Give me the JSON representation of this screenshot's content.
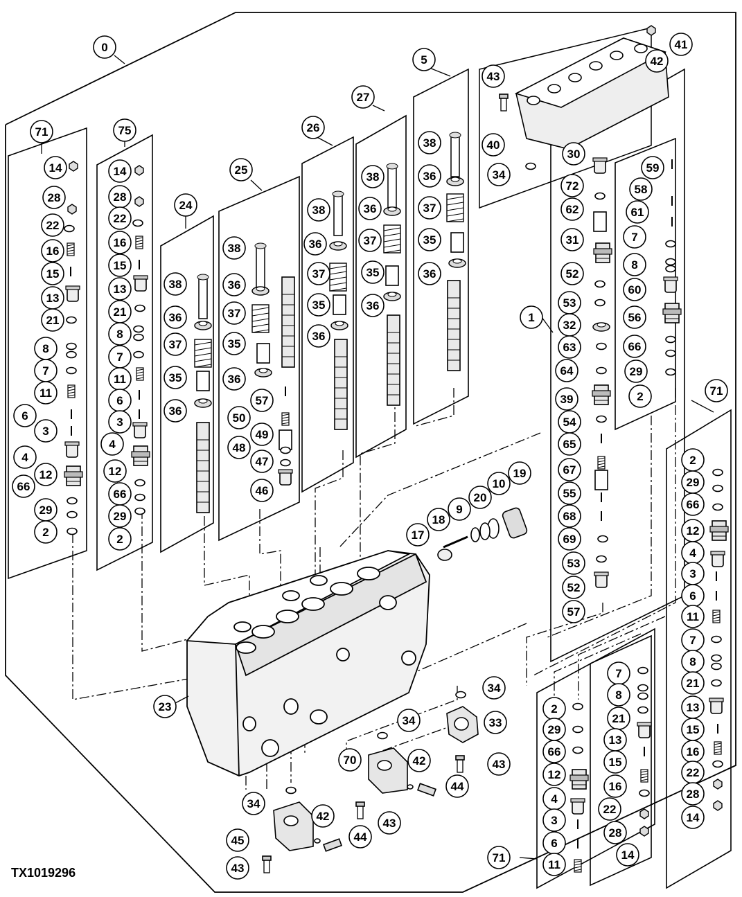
{
  "figure_id": "TX1019296",
  "colors": {
    "ink": "#000000",
    "paper": "#ffffff",
    "part_fill": "#e6e6e6"
  },
  "callouts": {
    "c0": "0",
    "c71a": "71",
    "c14a": "14",
    "c28a": "28",
    "c22a": "22",
    "c16a": "16",
    "c15a": "15",
    "c13a": "13",
    "c21a": "21",
    "c8a": "8",
    "c7a": "7",
    "c11a": "11",
    "c6a": "6",
    "c3a": "3",
    "c4a": "4",
    "c12a": "12",
    "c66a": "66",
    "c29a": "29",
    "c2a": "2",
    "c75": "75",
    "c14b": "14",
    "c28b": "28",
    "c22b": "22",
    "c16b": "16",
    "c15b": "15",
    "c13b": "13",
    "c21b": "21",
    "c8b": "8",
    "c7b": "7",
    "c11b": "11",
    "c6b": "6",
    "c3b": "3",
    "c4b": "4",
    "c12b": "12",
    "c66b": "66",
    "c29b": "29",
    "c2b": "2",
    "c24": "24",
    "c38a": "38",
    "c36a": "36",
    "c37a": "37",
    "c35a": "35",
    "c36b": "36",
    "c25": "25",
    "c38b": "38",
    "c36c": "36",
    "c37b": "37",
    "c35b": "35",
    "c36d": "36",
    "c57a": "57",
    "c50": "50",
    "c49": "49",
    "c48": "48",
    "c47": "47",
    "c46": "46",
    "c26": "26",
    "c38c": "38",
    "c36e": "36",
    "c37c": "37",
    "c35c": "35",
    "c36f": "36",
    "c27": "27",
    "c38d": "38",
    "c36g": "36",
    "c37d": "37",
    "c35d": "35",
    "c36h": "36",
    "c5": "5",
    "c38e": "38",
    "c36i": "36",
    "c37e": "37",
    "c35e": "35",
    "c36j": "36",
    "c43a": "43",
    "c40": "40",
    "c34a": "34",
    "c41": "41",
    "c42a": "42",
    "c1": "1",
    "c30": "30",
    "c72": "72",
    "c62": "62",
    "c31": "31",
    "c52a": "52",
    "c53a": "53",
    "c32": "32",
    "c63": "63",
    "c64": "64",
    "c39": "39",
    "c54": "54",
    "c65": "65",
    "c67": "67",
    "c55": "55",
    "c68": "68",
    "c69": "69",
    "c53b": "53",
    "c52b": "52",
    "c57b": "57",
    "c59": "59",
    "c58": "58",
    "c61": "61",
    "c7c": "7",
    "c8c": "8",
    "c60": "60",
    "c56": "56",
    "c66c": "66",
    "c29c": "29",
    "c2c": "2",
    "c19": "19",
    "c10": "10",
    "c20": "20",
    "c9": "9",
    "c18": "18",
    "c17": "17",
    "c23": "23",
    "c34b": "34",
    "c34c": "34",
    "c33": "33",
    "c70": "70",
    "c42b": "42",
    "c43b": "43",
    "c44a": "44",
    "c43c": "43",
    "c34d": "34",
    "c42c": "42",
    "c45": "45",
    "c44b": "44",
    "c43d": "43",
    "c71b": "71",
    "c2d": "2",
    "c29d": "29",
    "c66d": "66",
    "c12c": "12",
    "c4c": "4",
    "c3c": "3",
    "c6c": "6",
    "c11c": "11",
    "c7d": "7",
    "c8d": "8",
    "c21c": "21",
    "c13c": "13",
    "c15c": "15",
    "c16c": "16",
    "c22c": "22",
    "c28c": "28",
    "c14c": "14",
    "c7e": "7",
    "c8e": "8",
    "c21d": "21",
    "c2e": "2",
    "c29e": "29",
    "c13d": "13",
    "c66e": "66",
    "c15d": "15",
    "c12d": "12",
    "c16d": "16",
    "c4d": "4",
    "c22d": "22",
    "c3d": "3",
    "c28d": "28",
    "c6d": "6",
    "c14d": "14",
    "c71c": "71",
    "c11d": "11"
  }
}
